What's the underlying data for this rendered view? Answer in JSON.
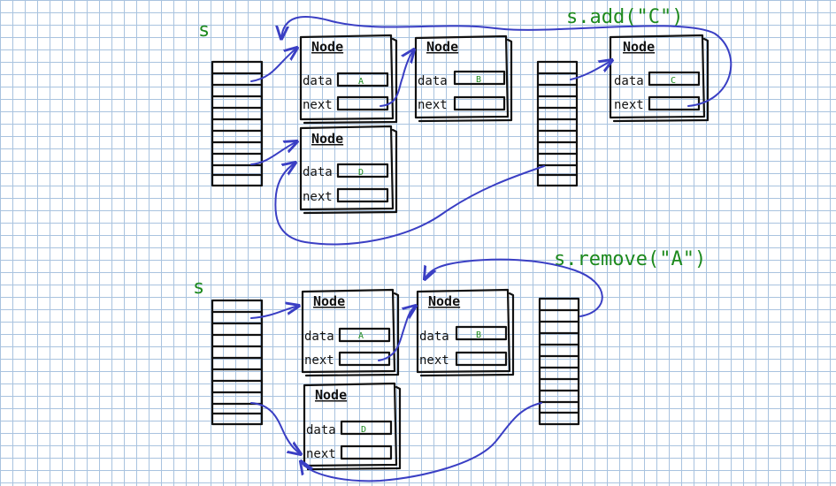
{
  "colors": {
    "ink": "#111111",
    "pen": "#3a3fc4",
    "note": "#1e8a1e",
    "grid": "#a9c3df"
  },
  "top": {
    "var_label": "s",
    "op_label": "s.add(\"C\")",
    "nodes": [
      {
        "title": "Node",
        "data_label": "data",
        "next_label": "next",
        "value": "A"
      },
      {
        "title": "Node",
        "data_label": "data",
        "next_label": "next",
        "value": "B"
      },
      {
        "title": "Node",
        "data_label": "data",
        "next_label": "next",
        "value": "C"
      },
      {
        "title": "Node",
        "data_label": "data",
        "next_label": "next",
        "value": "D"
      }
    ]
  },
  "bottom": {
    "var_label": "s",
    "op_label": "s.remove(\"A\")",
    "nodes": [
      {
        "title": "Node",
        "data_label": "data",
        "next_label": "next",
        "value": "A"
      },
      {
        "title": "Node",
        "data_label": "data",
        "next_label": "next",
        "value": "B"
      },
      {
        "title": "Node",
        "data_label": "data",
        "next_label": "next",
        "value": "D"
      }
    ]
  }
}
